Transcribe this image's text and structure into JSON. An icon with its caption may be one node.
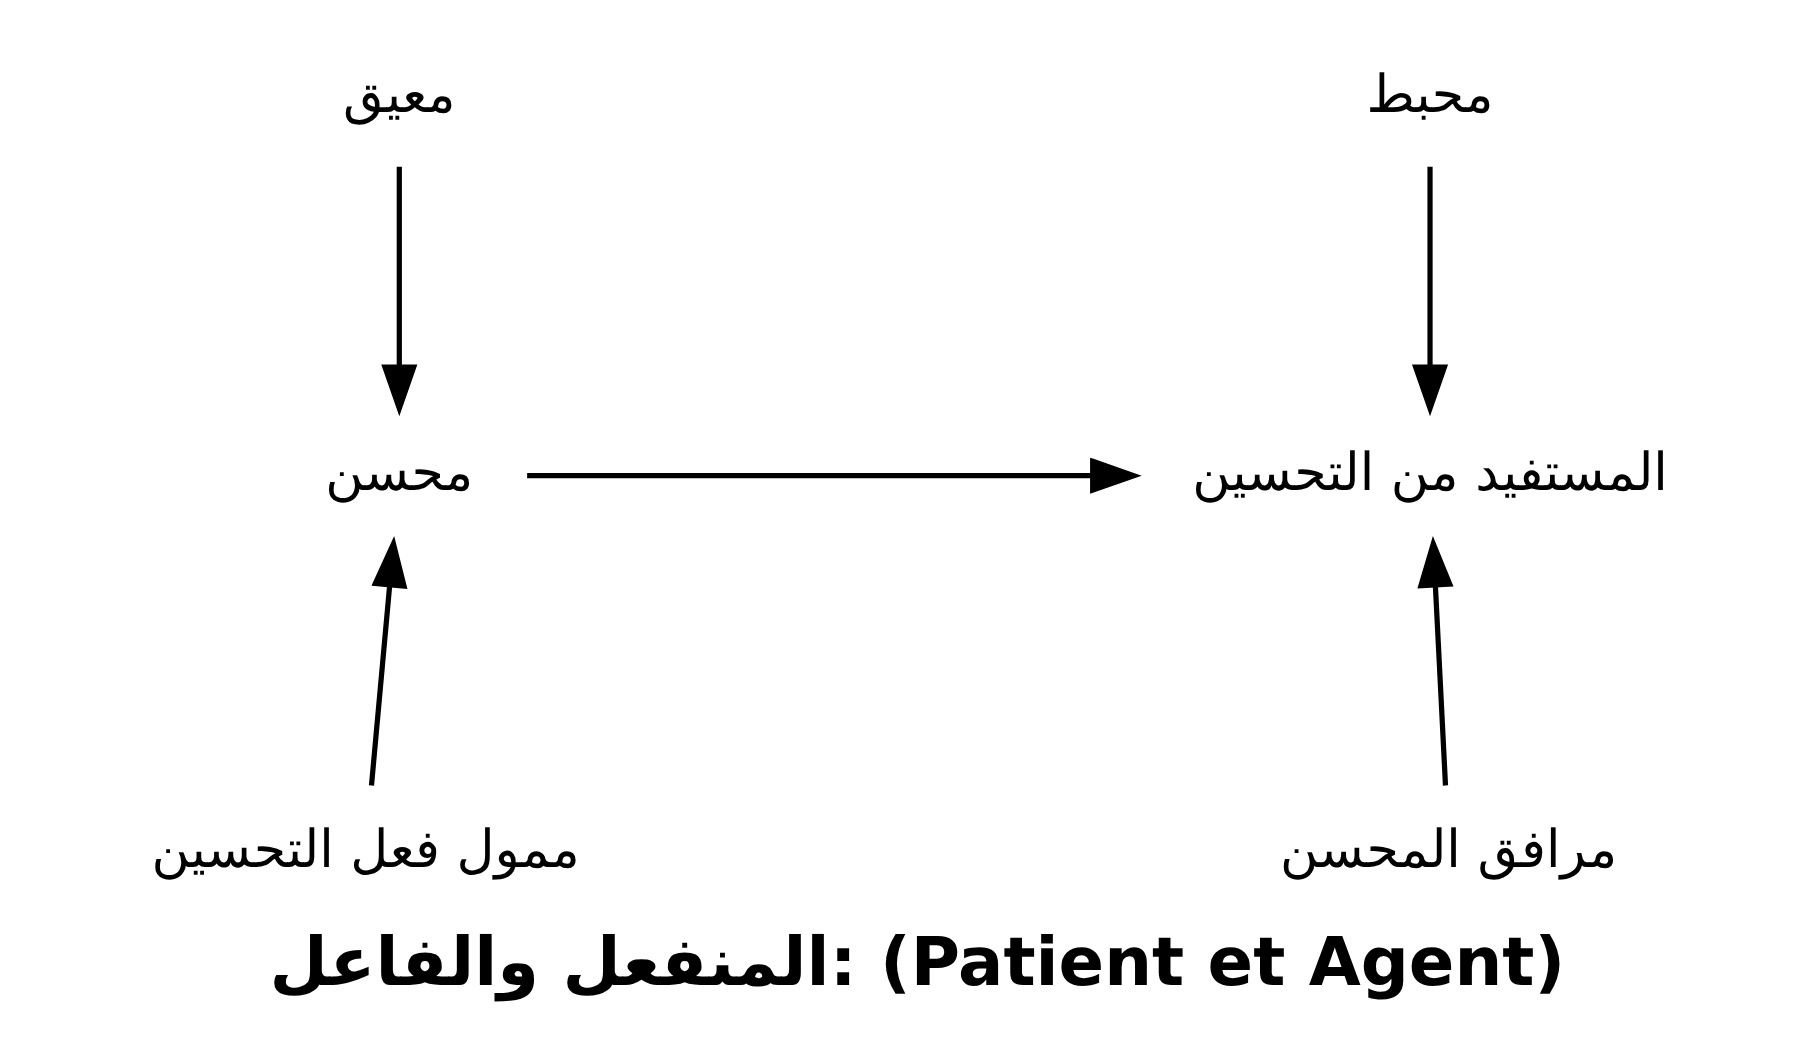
{
  "diagram": {
    "title": "المنفعل والفاعل: (Patient et Agent)",
    "nodes": [
      {
        "text": [
          "محبط"
        ]
      },
      {
        "text": [
          "معيق"
        ]
      },
      {
        "text": [
          "المستفيد من التحسين"
        ]
      },
      {
        "text": [
          "محسن"
        ]
      },
      {
        "text": [
          "مرافق المحسن"
        ]
      },
      {
        "text": [
          "ممول فعل التحسين"
        ]
      }
    ],
    "edges": [
      {
        "from": 1,
        "to": 3,
        "arrow": "to"
      },
      {
        "from": 0,
        "to": 2,
        "arrow": "to"
      },
      {
        "from": 3,
        "to": 2,
        "arrow": "to"
      },
      {
        "from": 5,
        "to": 3,
        "arrow": "to"
      },
      {
        "from": 4,
        "to": 2,
        "arrow": "to"
      }
    ]
  }
}
